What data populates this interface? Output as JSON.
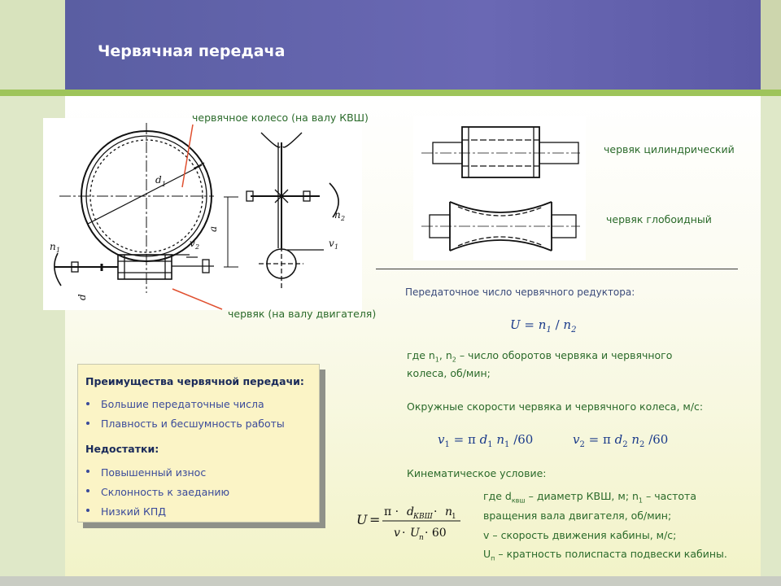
{
  "title": "Червячная передача",
  "labels": {
    "wheel": "червячное колесо (на валу КВШ)",
    "worm": "червяк (на валу двигателя)",
    "worm_cyl": "червяк цилиндрический",
    "worm_glob": "червяк глобоидный"
  },
  "text": {
    "ratio_title": "Передаточное число червячного редуктора:",
    "where1_line1_a": "где n",
    "where1_line1_b": ", n",
    "where1_line1_c": " – число оборотов червяка и червячного",
    "where1_line2": "колеса, об/мин;",
    "speeds_title": "Окружные скорости червяка и червячного колеса, м/с:",
    "kin_title": "Кинематическое условие:",
    "where2_line1_a": "где d",
    "where2_line1_sub": "квш",
    "where2_line1_b": " – диаметр КВШ, м; n",
    "where2_line1_c": " – частота",
    "where2_line2": "вращения вала двигателя, об/мин;",
    "where2_line3": "v – скорость движения кабины, м/с;",
    "where2_line4_a": "U",
    "where2_line4_sub": "п",
    "where2_line4_b": " – кратность полиспаста подвески кабины."
  },
  "box": {
    "advantages_title": "Преимущества червячной передачи:",
    "advantages": [
      "Большие передаточные числа",
      "Плавность и бесшумность работы"
    ],
    "disadvantages_title": "Недостатки:",
    "disadvantages": [
      "Повышенный износ",
      "Склонность к заеданию",
      "Низкий КПД"
    ]
  },
  "colors": {
    "header": "#6466ae",
    "accent_line": "#9ec45a",
    "label_text": "#2a6a2a",
    "formula_text": "#1a3a8a",
    "leader_line": "#e05030"
  }
}
